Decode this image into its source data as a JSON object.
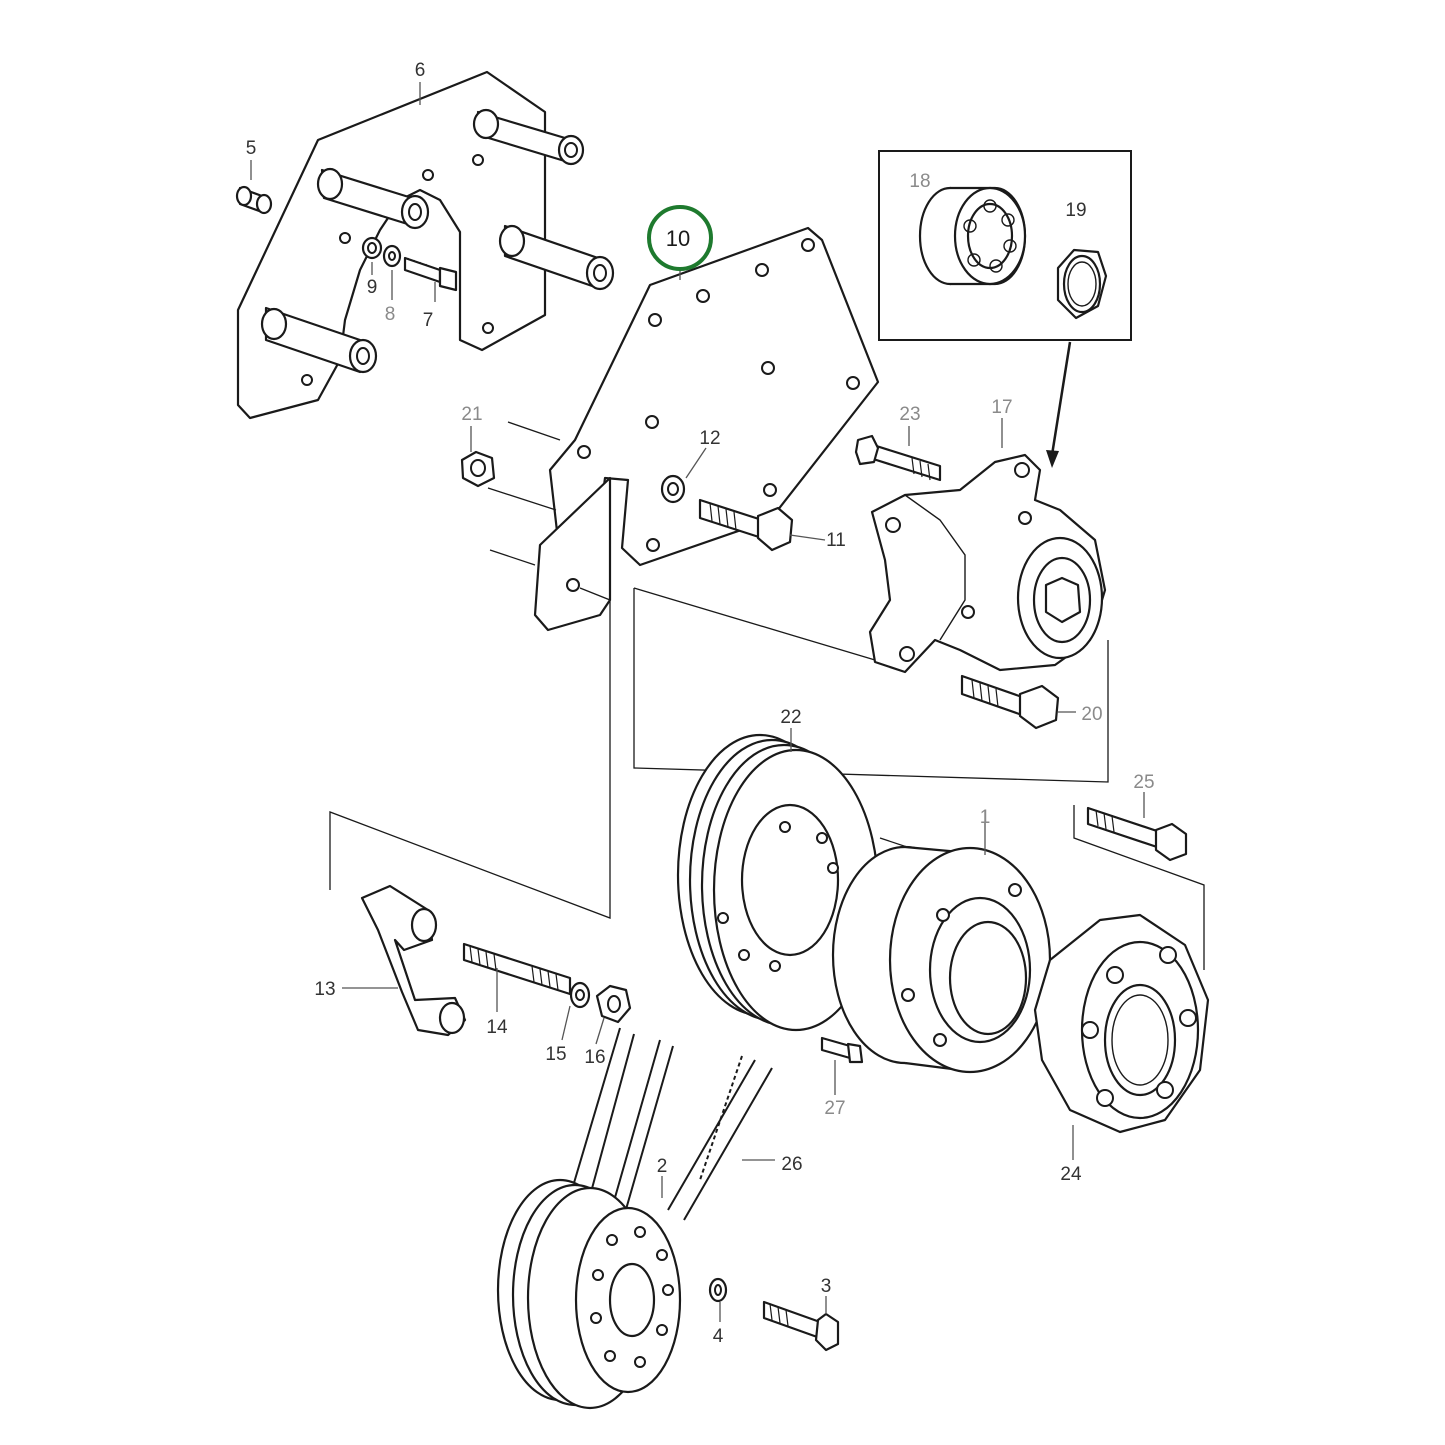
{
  "highlight_color": "#1e7a2e",
  "labels": {
    "p1": "1",
    "p2": "2",
    "p3": "3",
    "p4": "4",
    "p5": "5",
    "p6": "6",
    "p7": "7",
    "p8": "8",
    "p9": "9",
    "p10": "10",
    "p11": "11",
    "p12": "12",
    "p13": "13",
    "p14": "14",
    "p15": "15",
    "p16": "16",
    "p17": "17",
    "p18": "18",
    "p19": "19",
    "p20": "20",
    "p21": "21",
    "p22": "22",
    "p23": "23",
    "p24": "24",
    "p25": "25",
    "p26": "26",
    "p27": "27"
  },
  "highlighted_part": "10"
}
